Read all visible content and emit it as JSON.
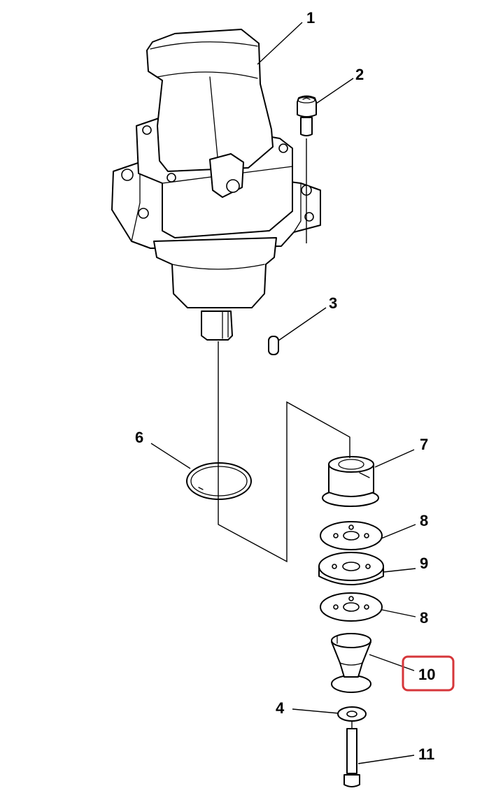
{
  "callouts": {
    "c1": "1",
    "c2": "2",
    "c3": "3",
    "c4": "4",
    "c6": "6",
    "c7": "7",
    "c8a": "8",
    "c9": "9",
    "c8b": "8",
    "c10": "10",
    "c11": "11"
  },
  "highlight": {
    "item": "10",
    "color": "#d6363a"
  }
}
